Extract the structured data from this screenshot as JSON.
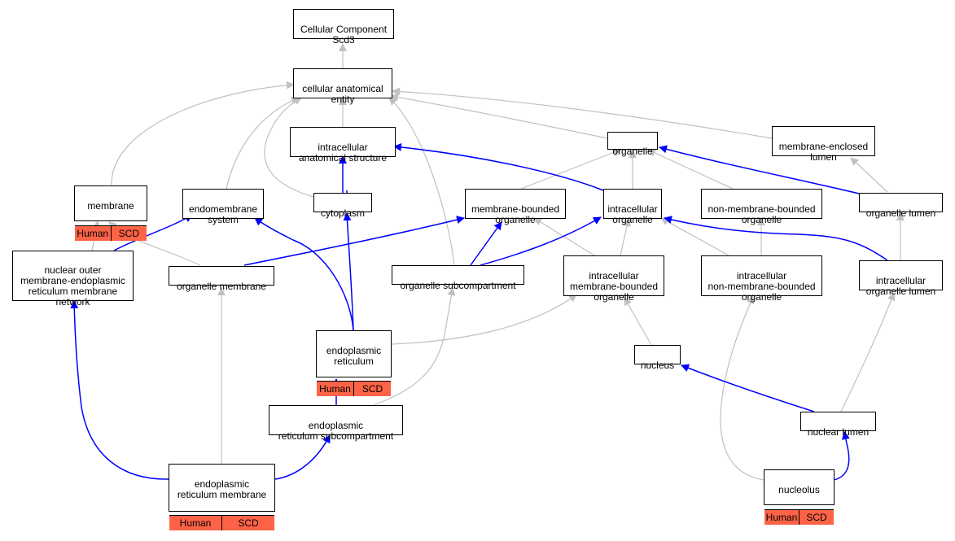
{
  "colors": {
    "is_a": "#c0c0c0",
    "part_of": "#0000ff",
    "annotation_fill": "#ff6347"
  },
  "nodes": {
    "root": "Cellular Component\nScd3",
    "cae": "cellular anatomical\nentity",
    "ias": "intracellular\nanatomical structure",
    "organelle": "organelle",
    "mel": "membrane-enclosed\nlumen",
    "membrane": "membrane",
    "endomembrane": "endomembrane\nsystem",
    "cytoplasm": "cytoplasm",
    "mbo": "membrane-bounded\norganelle",
    "io": "intracellular\norganelle",
    "nmbo": "non-membrane-bounded\norganelle",
    "olumen": "organelle lumen",
    "nom": "nuclear outer\nmembrane-endoplasmic\nreticulum membrane\nnetwork",
    "omem": "organelle membrane",
    "osub": "organelle subcompartment",
    "imbo": "intracellular\nmembrane-bounded\norganelle",
    "inmbo": "intracellular\nnon-membrane-bounded\norganelle",
    "iolumen": "intracellular\norganelle lumen",
    "er": "endoplasmic\nreticulum",
    "nucleus": "nucleus",
    "ersub": "endoplasmic\nreticulum subcompartment",
    "nlumen": "nuclear lumen",
    "erm": "endoplasmic\nreticulum membrane",
    "nucleolus": "nucleolus"
  },
  "annotations": {
    "membrane": [
      "Human",
      "SCD"
    ],
    "er": [
      "Human",
      "SCD"
    ],
    "erm": [
      "Human",
      "SCD"
    ],
    "nucleolus": [
      "Human",
      "SCD"
    ]
  }
}
